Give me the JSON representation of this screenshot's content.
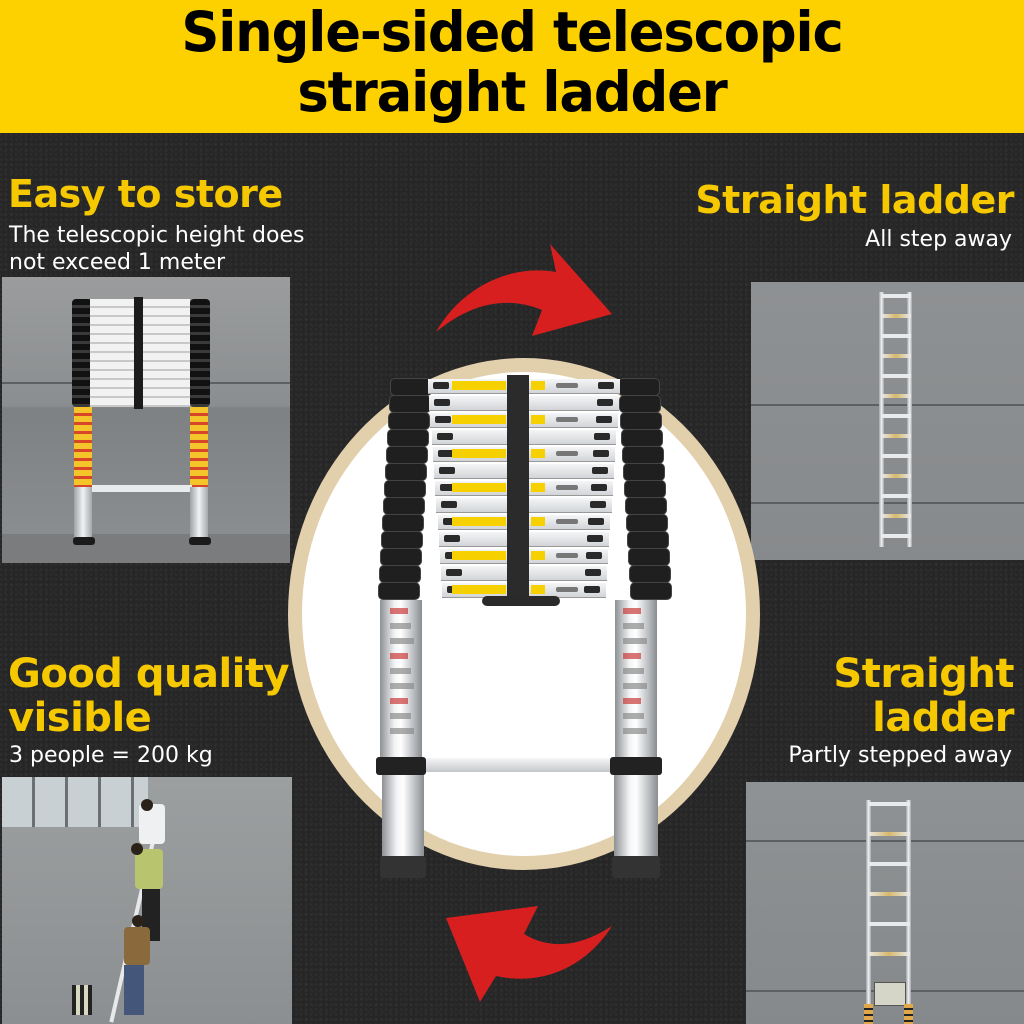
{
  "banner": {
    "title_line1": "Single-sided telescopic",
    "title_line2": "straight ladder"
  },
  "features": {
    "top_left": {
      "heading": "Easy to store",
      "sub_line1": "The telescopic height does",
      "sub_line2": "not exceed 1 meter"
    },
    "top_right": {
      "heading": "Straight ladder",
      "sub": "All step away"
    },
    "bottom_left": {
      "heading_line1": "Good quality",
      "heading_line2": "visible",
      "sub": "3 people = 200 kg"
    },
    "bottom_right": {
      "heading_line1": "Straight",
      "heading_line2": "ladder",
      "sub": "Partly stepped away"
    }
  },
  "colors": {
    "banner_bg": "#fdd000",
    "heading_yellow": "#f6c800",
    "background": "#262626",
    "arrow_red": "#d71f1f",
    "circle_ring": "#e2cfac"
  },
  "icons": {
    "top_arrow": "curved-arrow-right",
    "bottom_arrow": "curved-arrow-left"
  }
}
